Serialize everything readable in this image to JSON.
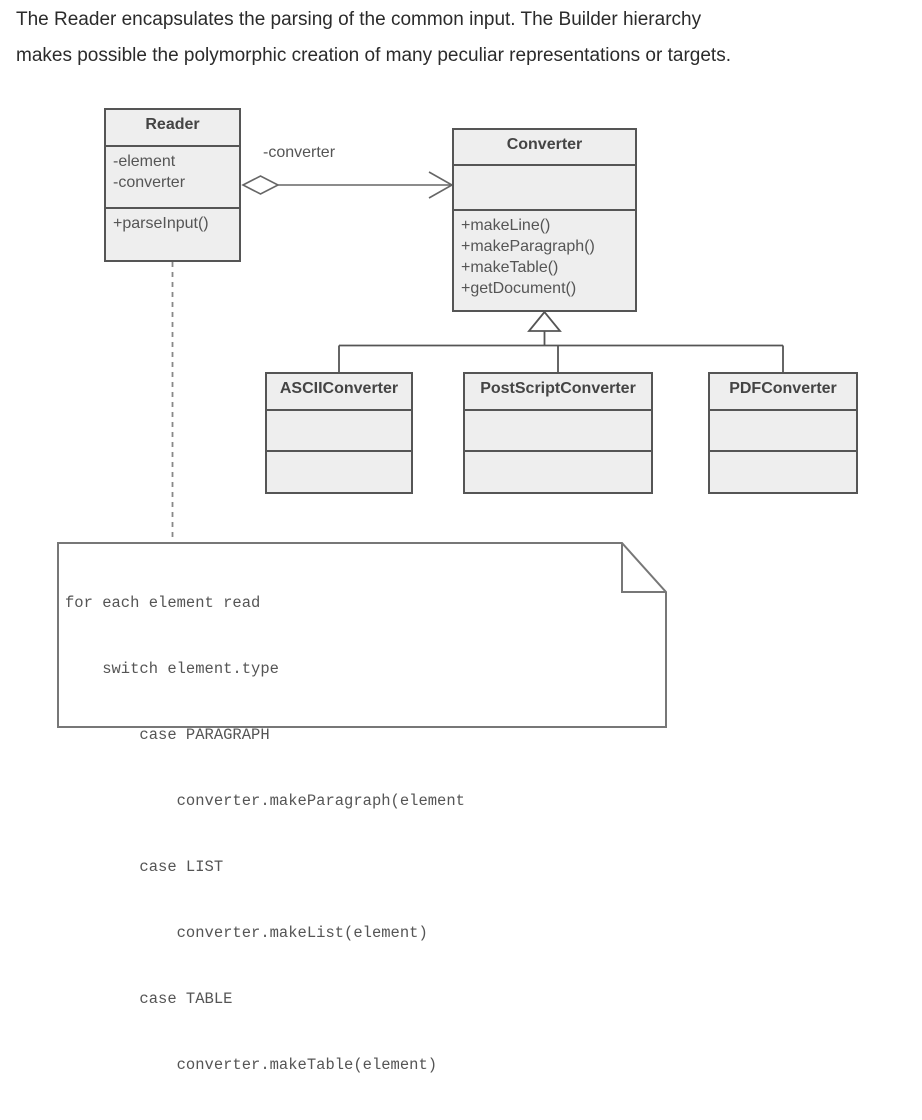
{
  "caption": {
    "lines": [
      "The Reader encapsulates the parsing of the common input. The Builder hierarchy",
      "makes possible the polymorphic creation of many peculiar representations or targets."
    ]
  },
  "diagram": {
    "type": "uml-class-diagram",
    "classes": [
      {
        "id": "reader",
        "name": "Reader",
        "attributes": [
          "-element",
          "-converter"
        ],
        "operations": [
          "+parseInput()"
        ]
      },
      {
        "id": "converter",
        "name": "Converter",
        "attributes": [],
        "operations": [
          "+makeLine()",
          "+makeParagraph()",
          "+makeTable()",
          "+getDocument()"
        ]
      },
      {
        "id": "asciiconverter",
        "name": "ASCIIConverter",
        "attributes": [],
        "operations": []
      },
      {
        "id": "postscriptconverter",
        "name": "PostScriptConverter",
        "attributes": [],
        "operations": []
      },
      {
        "id": "pdfconverter",
        "name": "PDFConverter",
        "attributes": [],
        "operations": []
      }
    ],
    "relationships": [
      {
        "kind": "aggregation",
        "from": "reader",
        "to": "converter",
        "label": "-converter",
        "source_marker": "open-diamond",
        "target_marker": "open-arrow"
      },
      {
        "kind": "generalization",
        "from": "asciiconverter",
        "to": "converter",
        "target_marker": "hollow-triangle"
      },
      {
        "kind": "generalization",
        "from": "postscriptconverter",
        "to": "converter",
        "target_marker": "hollow-triangle"
      },
      {
        "kind": "generalization",
        "from": "pdfconverter",
        "to": "converter",
        "target_marker": "hollow-triangle"
      },
      {
        "kind": "note-anchor",
        "from": "reader",
        "to": "note",
        "style": "dashed"
      }
    ],
    "note": {
      "lines": [
        "for each element read",
        "    switch element.type",
        "        case PARAGRAPH",
        "            converter.makeParagraph(element",
        "        case LIST",
        "            converter.makeList(element)",
        "        case TABLE",
        "            converter.makeTable(element)"
      ]
    }
  },
  "colors": {
    "class_fill": "#eeeeee",
    "class_stroke": "#555555",
    "text": "#555555",
    "title_text": "#444444",
    "caption_text": "#2b2b2b",
    "page_background": "#ffffff",
    "note_fill": "#ffffff",
    "note_stroke": "#777777"
  }
}
